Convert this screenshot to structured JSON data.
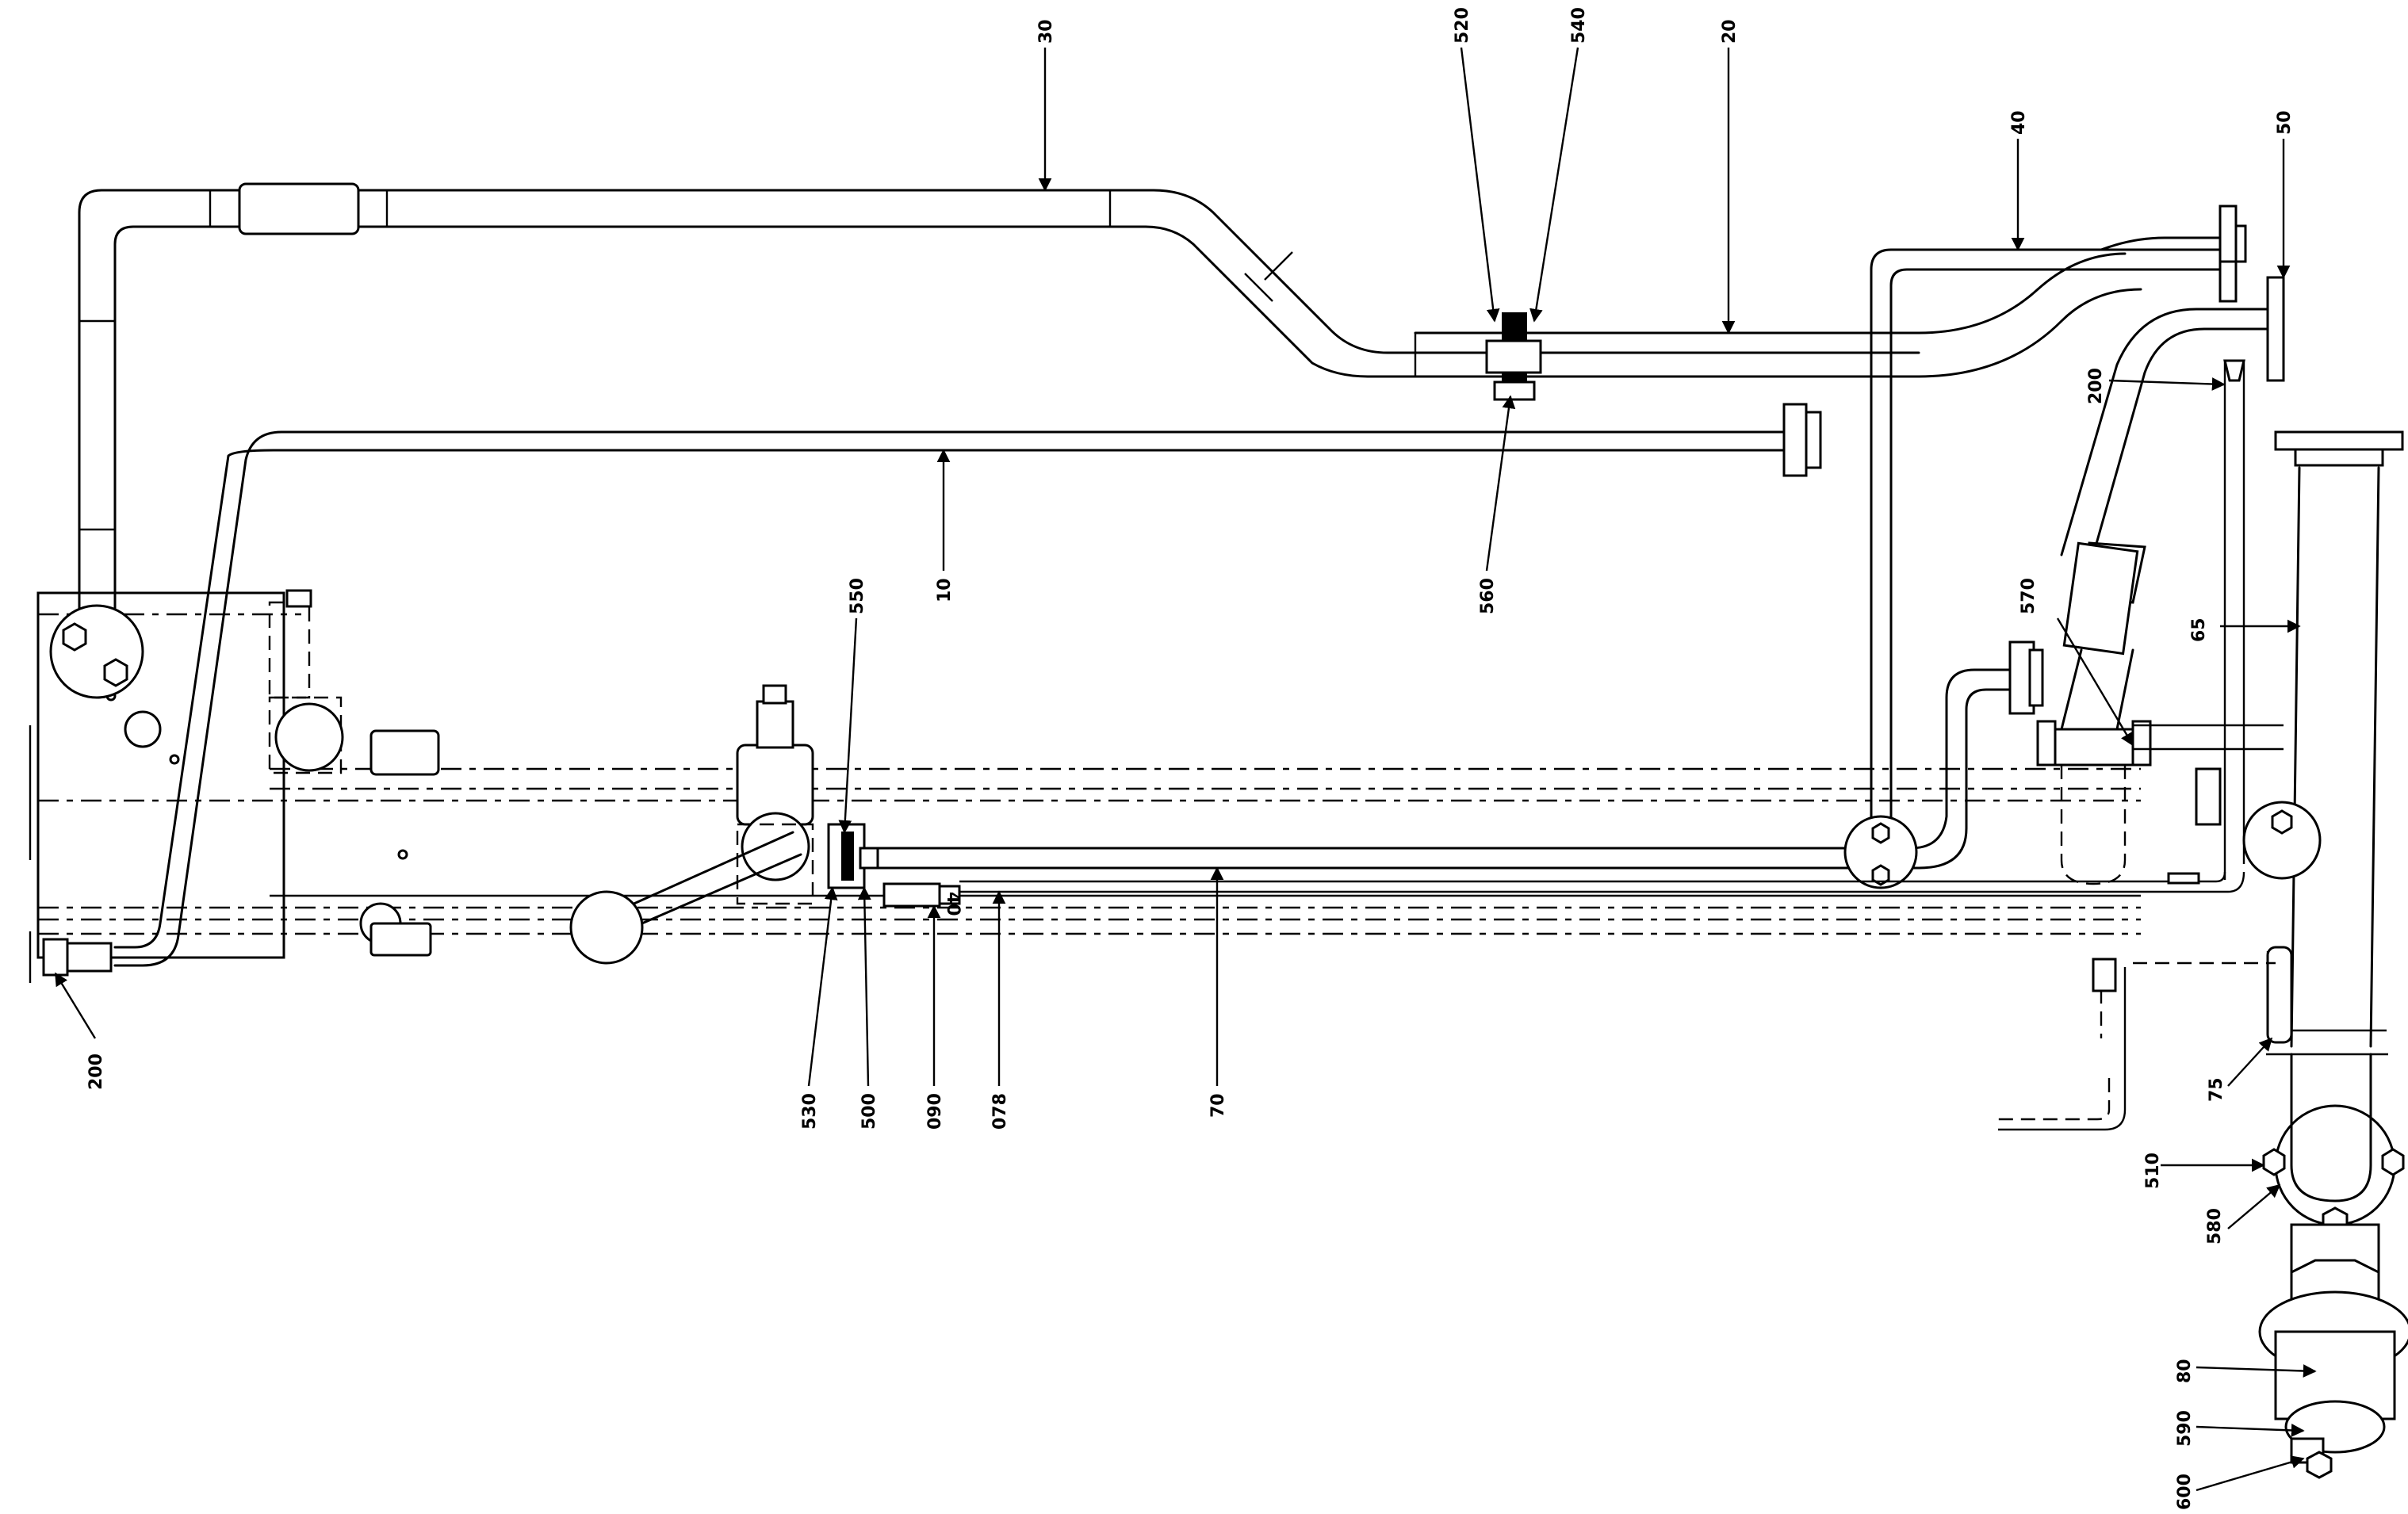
{
  "labels": {
    "l30": "30",
    "l520": "520",
    "l540": "540",
    "l20": "20",
    "l40": "40",
    "l50": "50",
    "l200a": "200",
    "l10": "10",
    "l560": "560",
    "l550": "550",
    "l570": "570",
    "l65": "65",
    "l200b": "200",
    "l530": "530",
    "l500": "500",
    "l090": "090",
    "l078": "078",
    "l70": "70",
    "l40b": "40",
    "l75": "75",
    "l510": "510",
    "l580": "580",
    "l80": "80",
    "l590": "590",
    "l600": "600"
  },
  "colors": {
    "line": "#000000",
    "background": "#ffffff"
  }
}
